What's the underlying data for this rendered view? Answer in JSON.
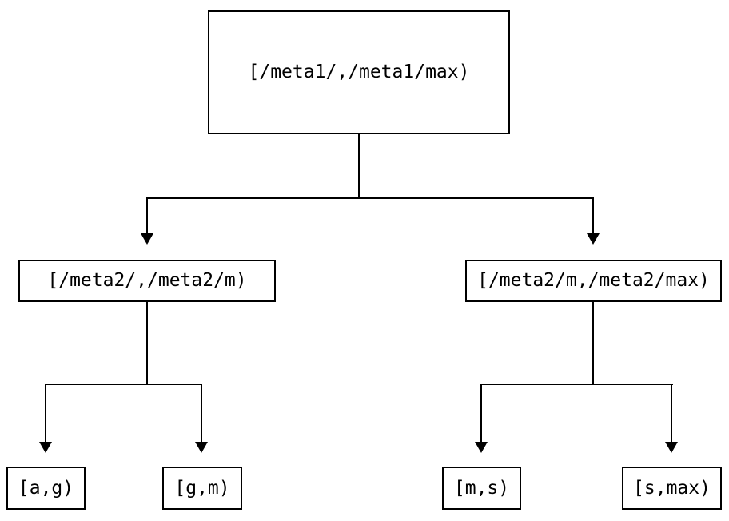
{
  "colors": {
    "background": "#ffffff",
    "line": "#000000",
    "box_border": "#000000",
    "text": "#000000"
  },
  "tree": {
    "root": {
      "label": "[/meta1/,/meta1/max)"
    },
    "children": [
      {
        "label": "[/meta2/,/meta2/m)",
        "children": [
          {
            "label": "[a,g)"
          },
          {
            "label": "[g,m)"
          }
        ]
      },
      {
        "label": "[/meta2/m,/meta2/max)",
        "children": [
          {
            "label": "[m,s)"
          },
          {
            "label": "[s,max)"
          }
        ]
      }
    ]
  }
}
